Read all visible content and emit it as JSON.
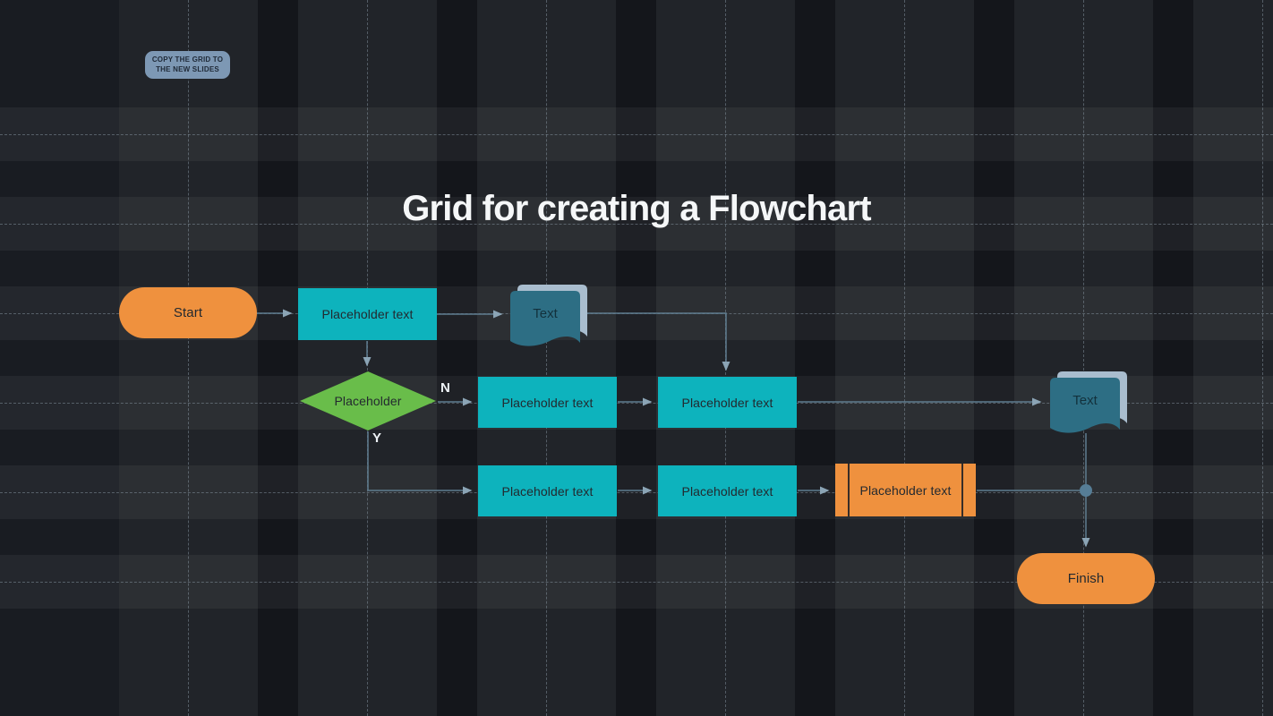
{
  "slide": {
    "title": "Grid for creating a Flowchart"
  },
  "badge": {
    "line1": "COPY THE GRID TO",
    "line2": "THE NEW SLIDES"
  },
  "flowchart": {
    "start": {
      "label": "Start"
    },
    "process1": {
      "label": "Placeholder text"
    },
    "document1": {
      "label": "Text"
    },
    "decision": {
      "label": "Placeholder"
    },
    "branch_no": {
      "label": "N"
    },
    "branch_yes": {
      "label": "Y"
    },
    "process2": {
      "label": "Placeholder text"
    },
    "process3": {
      "label": "Placeholder text"
    },
    "process4": {
      "label": "Placeholder text"
    },
    "process5": {
      "label": "Placeholder text"
    },
    "predefined": {
      "label": "Placeholder text"
    },
    "document2": {
      "label": "Text"
    },
    "finish": {
      "label": "Finish"
    }
  },
  "colors": {
    "canvas-bg": "#191c22",
    "orange": "#ef913e",
    "teal": "#0db3bd",
    "green": "#69bd4a",
    "doc-fill": "#2d6e84",
    "doc-back": "#a9bdce",
    "connector": "#5f7d90",
    "junction-dot": "#567d96",
    "badge-bg": "#7d98b4",
    "badge-text": "#202b39",
    "ink": "#23292f",
    "title-text": "#f5f7f8"
  }
}
